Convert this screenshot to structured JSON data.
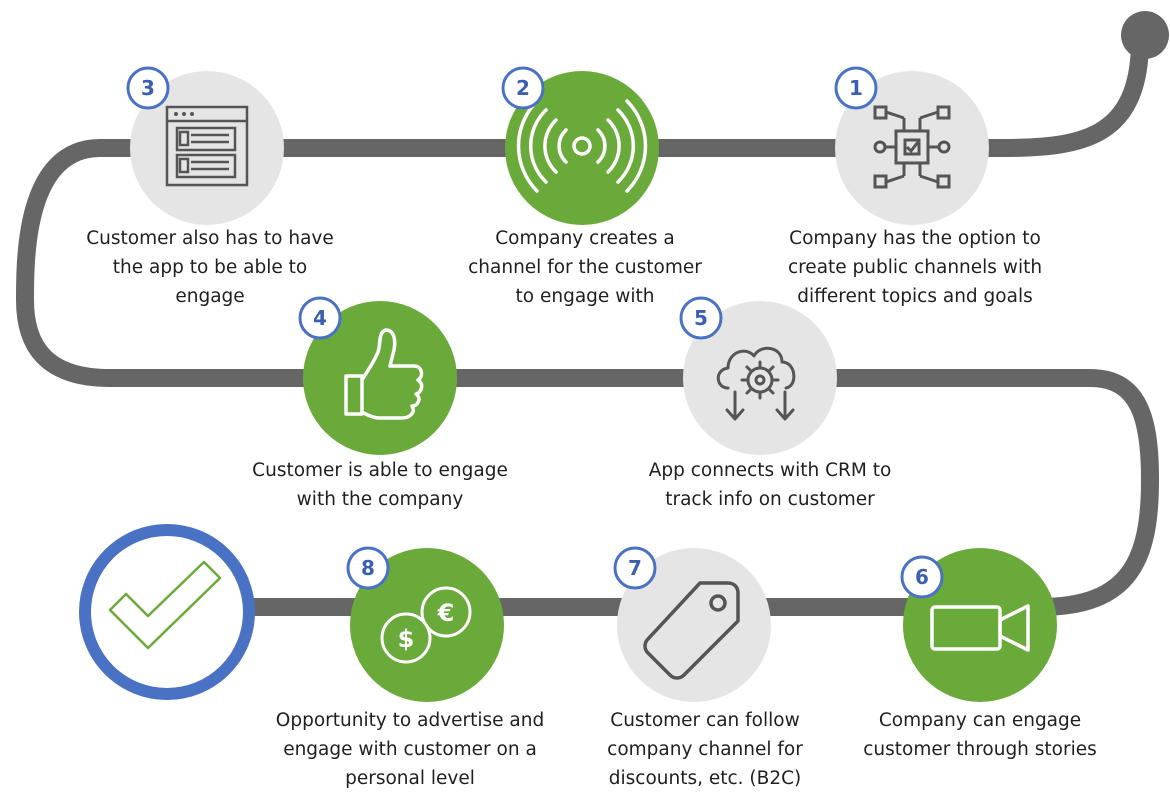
{
  "colors": {
    "path": "#666666",
    "green": "#6aaa3a",
    "gray": "#e5e5e5",
    "badge_border": "#4a72c4",
    "badge_text": "#3a5fb0",
    "check_ring": "#4a72c4",
    "icon_dark": "#555555"
  },
  "steps": [
    {
      "number": "1",
      "lines": [
        "Company has the option to",
        "create public channels with",
        "different topics and goals"
      ],
      "icon": "processor-chip-icon",
      "fill": "gray"
    },
    {
      "number": "2",
      "lines": [
        "Company creates a",
        "channel for the customer",
        "to engage with"
      ],
      "icon": "broadcast-signal-icon",
      "fill": "green"
    },
    {
      "number": "3",
      "lines": [
        "Customer also has to have",
        "the app to be able to",
        "engage"
      ],
      "icon": "app-window-icon",
      "fill": "gray"
    },
    {
      "number": "4",
      "lines": [
        "Customer is able to engage",
        "with the company"
      ],
      "icon": "thumbs-up-icon",
      "fill": "green"
    },
    {
      "number": "5",
      "lines": [
        "App connects with CRM to",
        "track info on customer"
      ],
      "icon": "cloud-gear-icon",
      "fill": "gray"
    },
    {
      "number": "6",
      "lines": [
        "Company can engage",
        "customer through stories"
      ],
      "icon": "video-camera-icon",
      "fill": "green"
    },
    {
      "number": "7",
      "lines": [
        "Customer can follow",
        "company channel for",
        "discounts, etc. (B2C)"
      ],
      "icon": "price-tag-icon",
      "fill": "gray"
    },
    {
      "number": "8",
      "lines": [
        "Opportunity to advertise and",
        "engage with customer on a",
        "personal level"
      ],
      "icon": "currency-coins-icon",
      "fill": "green"
    }
  ],
  "currency": {
    "dollar": "$",
    "euro": "€"
  },
  "end": {
    "icon": "checkmark-icon"
  }
}
